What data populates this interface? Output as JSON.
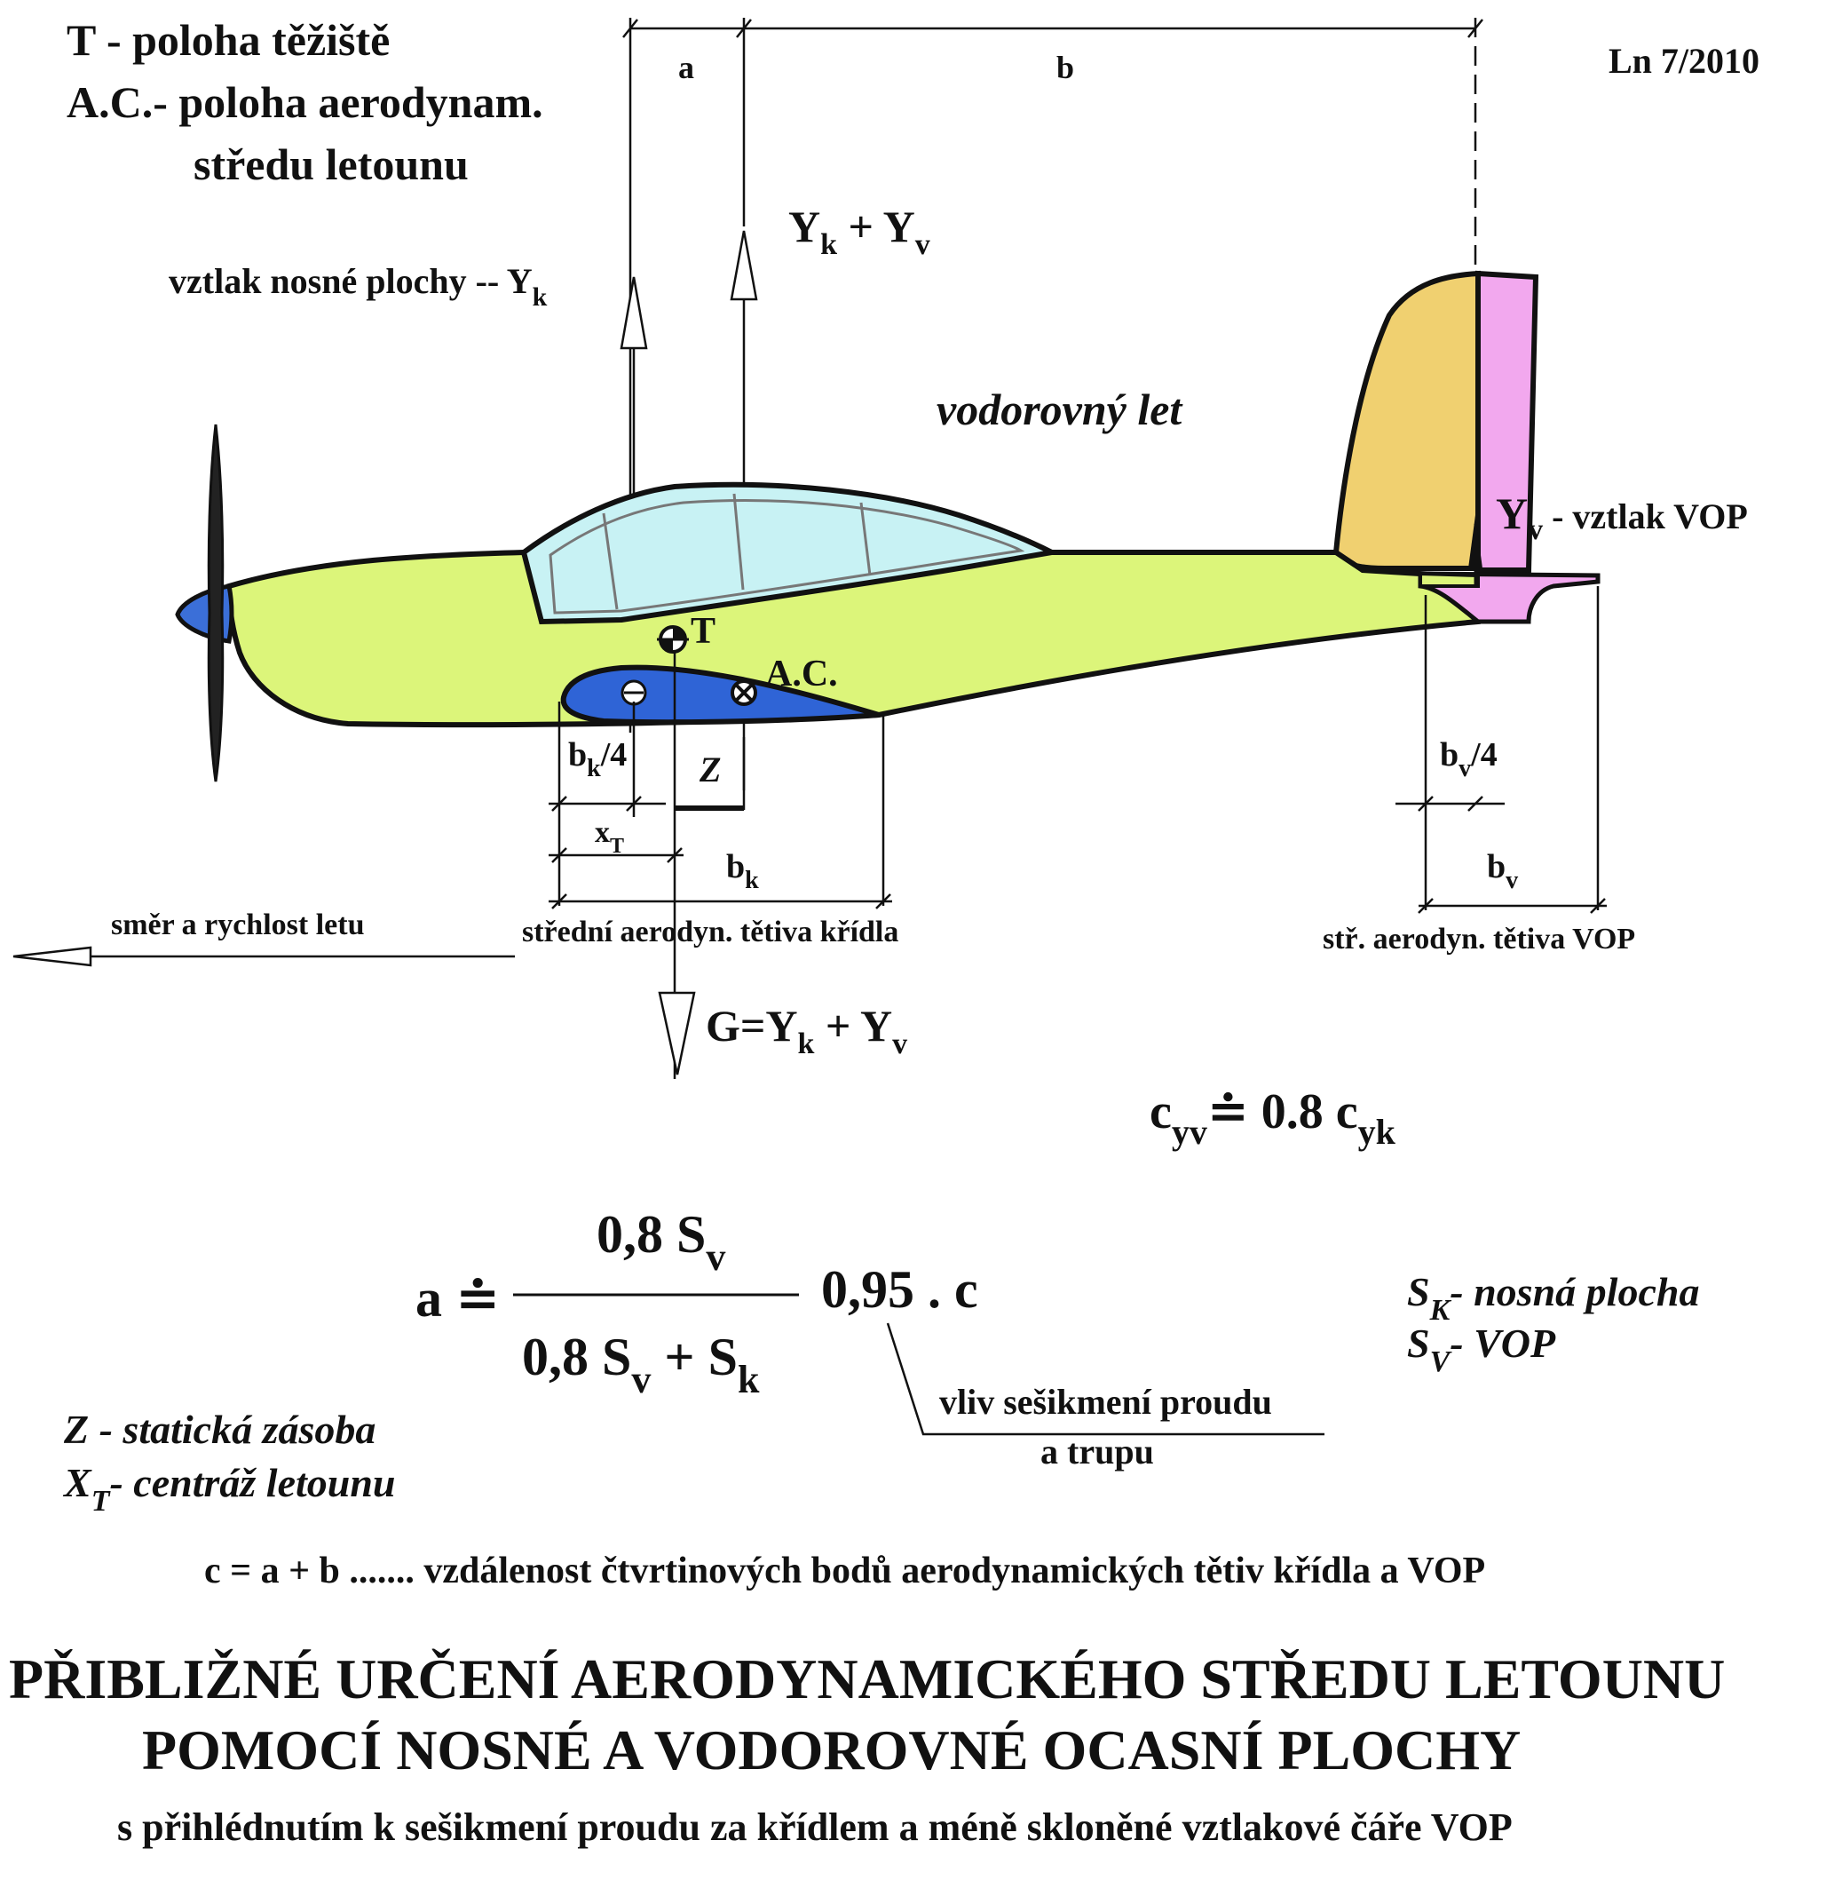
{
  "legend": {
    "t_label": "T - poloha těžiště",
    "ac_line1": "A.C.- poloha aerodynam.",
    "ac_line2": "středu letounu"
  },
  "version": "Ln 7/2010",
  "dims": {
    "a": "a",
    "b": "b",
    "bk4": "b",
    "bk4_sub": "k",
    "bk4_tail": "/4",
    "z": "Z",
    "xt": "x",
    "xt_sub": "T",
    "bk": "b",
    "bk_sub": "k",
    "bv4": "b",
    "bv4_sub": "v",
    "bv4_tail": "/4",
    "bv": "b",
    "bv_sub": "v"
  },
  "forces": {
    "yk_yv_1": "Y",
    "yk_yv_sub1": "k",
    "yk_yv_plus": " + Y",
    "yk_yv_sub2": "v",
    "lift_wing": "vztlak nosné plochy -- Y",
    "lift_wing_sub": "k",
    "yv": "Y",
    "yv_sub": "v",
    "yv_desc": " - vztlak VOP",
    "g_main": "G=Y",
    "g_sub1": "k",
    "g_plus": " + Y",
    "g_sub2": "v"
  },
  "flight": {
    "level": "vodorovný  let",
    "direction": "směr a rychlost letu"
  },
  "points": {
    "t": "T",
    "ac": "A.C."
  },
  "chords": {
    "wing": "střední aerodyn. tětiva křídla",
    "tail": "stř. aerodyn. tětiva  VOP"
  },
  "coeff": {
    "c": "c",
    "yv": "yv",
    "eq": "≐  0.8 c",
    "yk": "yk"
  },
  "formula": {
    "lhs": "a ≐",
    "num": "0,8 S",
    "num_sub": "v",
    "den1": "0,8  S",
    "den_sub1": "v",
    "den2": " + S",
    "den_sub2": "k",
    "factor": "0,95 . c",
    "note1": "vliv sešikmení proudu",
    "note2": "a trupu"
  },
  "symbols": {
    "sk": "S",
    "sk_sub": "K",
    "sk_desc": "- nosná plocha",
    "sv": "S",
    "sv_sub": "V",
    "sv_desc": "- VOP",
    "z": "Z - statická  zásoba",
    "xt": "X",
    "xt_sub": "T",
    "xt_desc": "-  centráž  letounu"
  },
  "definition": "c  =  a  +  b   ....... vzdálenost čtvrtinových bodů aerodynamických tětiv křídla a VOP",
  "title": {
    "line1": "PŘIBLIŽNÉ  URČENÍ  AERODYNAMICKÉHO  STŘEDU LETOUNU",
    "line2": "POMOCÍ NOSNÉ A VODOROVNÉ OCASNÍ  PLOCHY",
    "line3": "s přihlédnutím k sešikmení proudu za křídlem a méně skloněné vztlakové čáře VOP"
  },
  "colors": {
    "fuselage": "#dcf57a",
    "canopy": "#c8f2f4",
    "wing": "#2f64d6",
    "spinner": "#3b6fd8",
    "fin": "#f0d070",
    "rudder": "#f2a8ee",
    "line": "#111111"
  }
}
